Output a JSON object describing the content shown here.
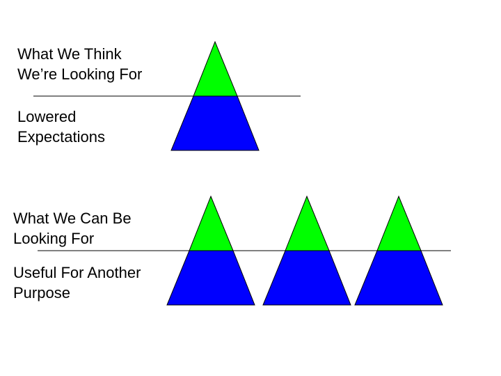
{
  "diagram_1": {
    "top_label": [
      "What We Think",
      "We’re Looking For"
    ],
    "bottom_label": [
      "Lowered",
      "Expectations"
    ]
  },
  "diagram_2": {
    "top_label": [
      "What We Can Be",
      "Looking For"
    ],
    "bottom_label": [
      "Useful For Another",
      "Purpose"
    ]
  },
  "colors": {
    "top_section": "#00ff00",
    "bottom_section": "#0000ff",
    "line": "#000000",
    "outline": "#000000"
  }
}
